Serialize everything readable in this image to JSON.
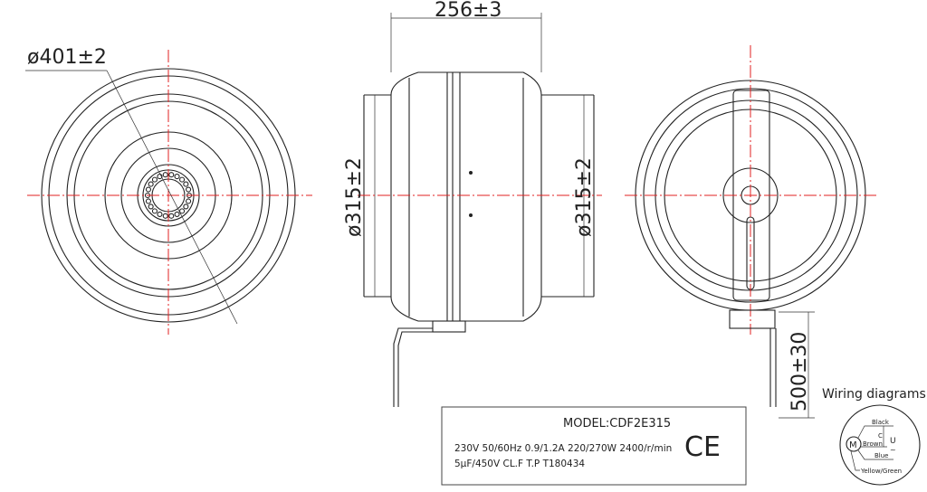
{
  "dimensions": {
    "outer_diameter": "ø401±2",
    "length": "256±3",
    "duct_diameter_left": "ø315±2",
    "duct_diameter_right": "ø315±2",
    "cable_length": "500±30"
  },
  "nameplate": {
    "model": "MODEL:CDF2E315",
    "line1": "230V  50/60Hz  0.9/1.2A  220/270W  2400/r/min",
    "line2": "5μF/450V  CL.F   T.P   T180434",
    "mark": "CE"
  },
  "wiring": {
    "title": "Wiring diagrams:",
    "motor": "M",
    "black": "Black",
    "brown": "Brown",
    "blue": "Blue",
    "ground": "Yellow/Green",
    "capacitor": "C",
    "voltage": "U",
    "ac": "~"
  },
  "colors": {
    "line": "#222222",
    "centerline": "#e02020"
  }
}
